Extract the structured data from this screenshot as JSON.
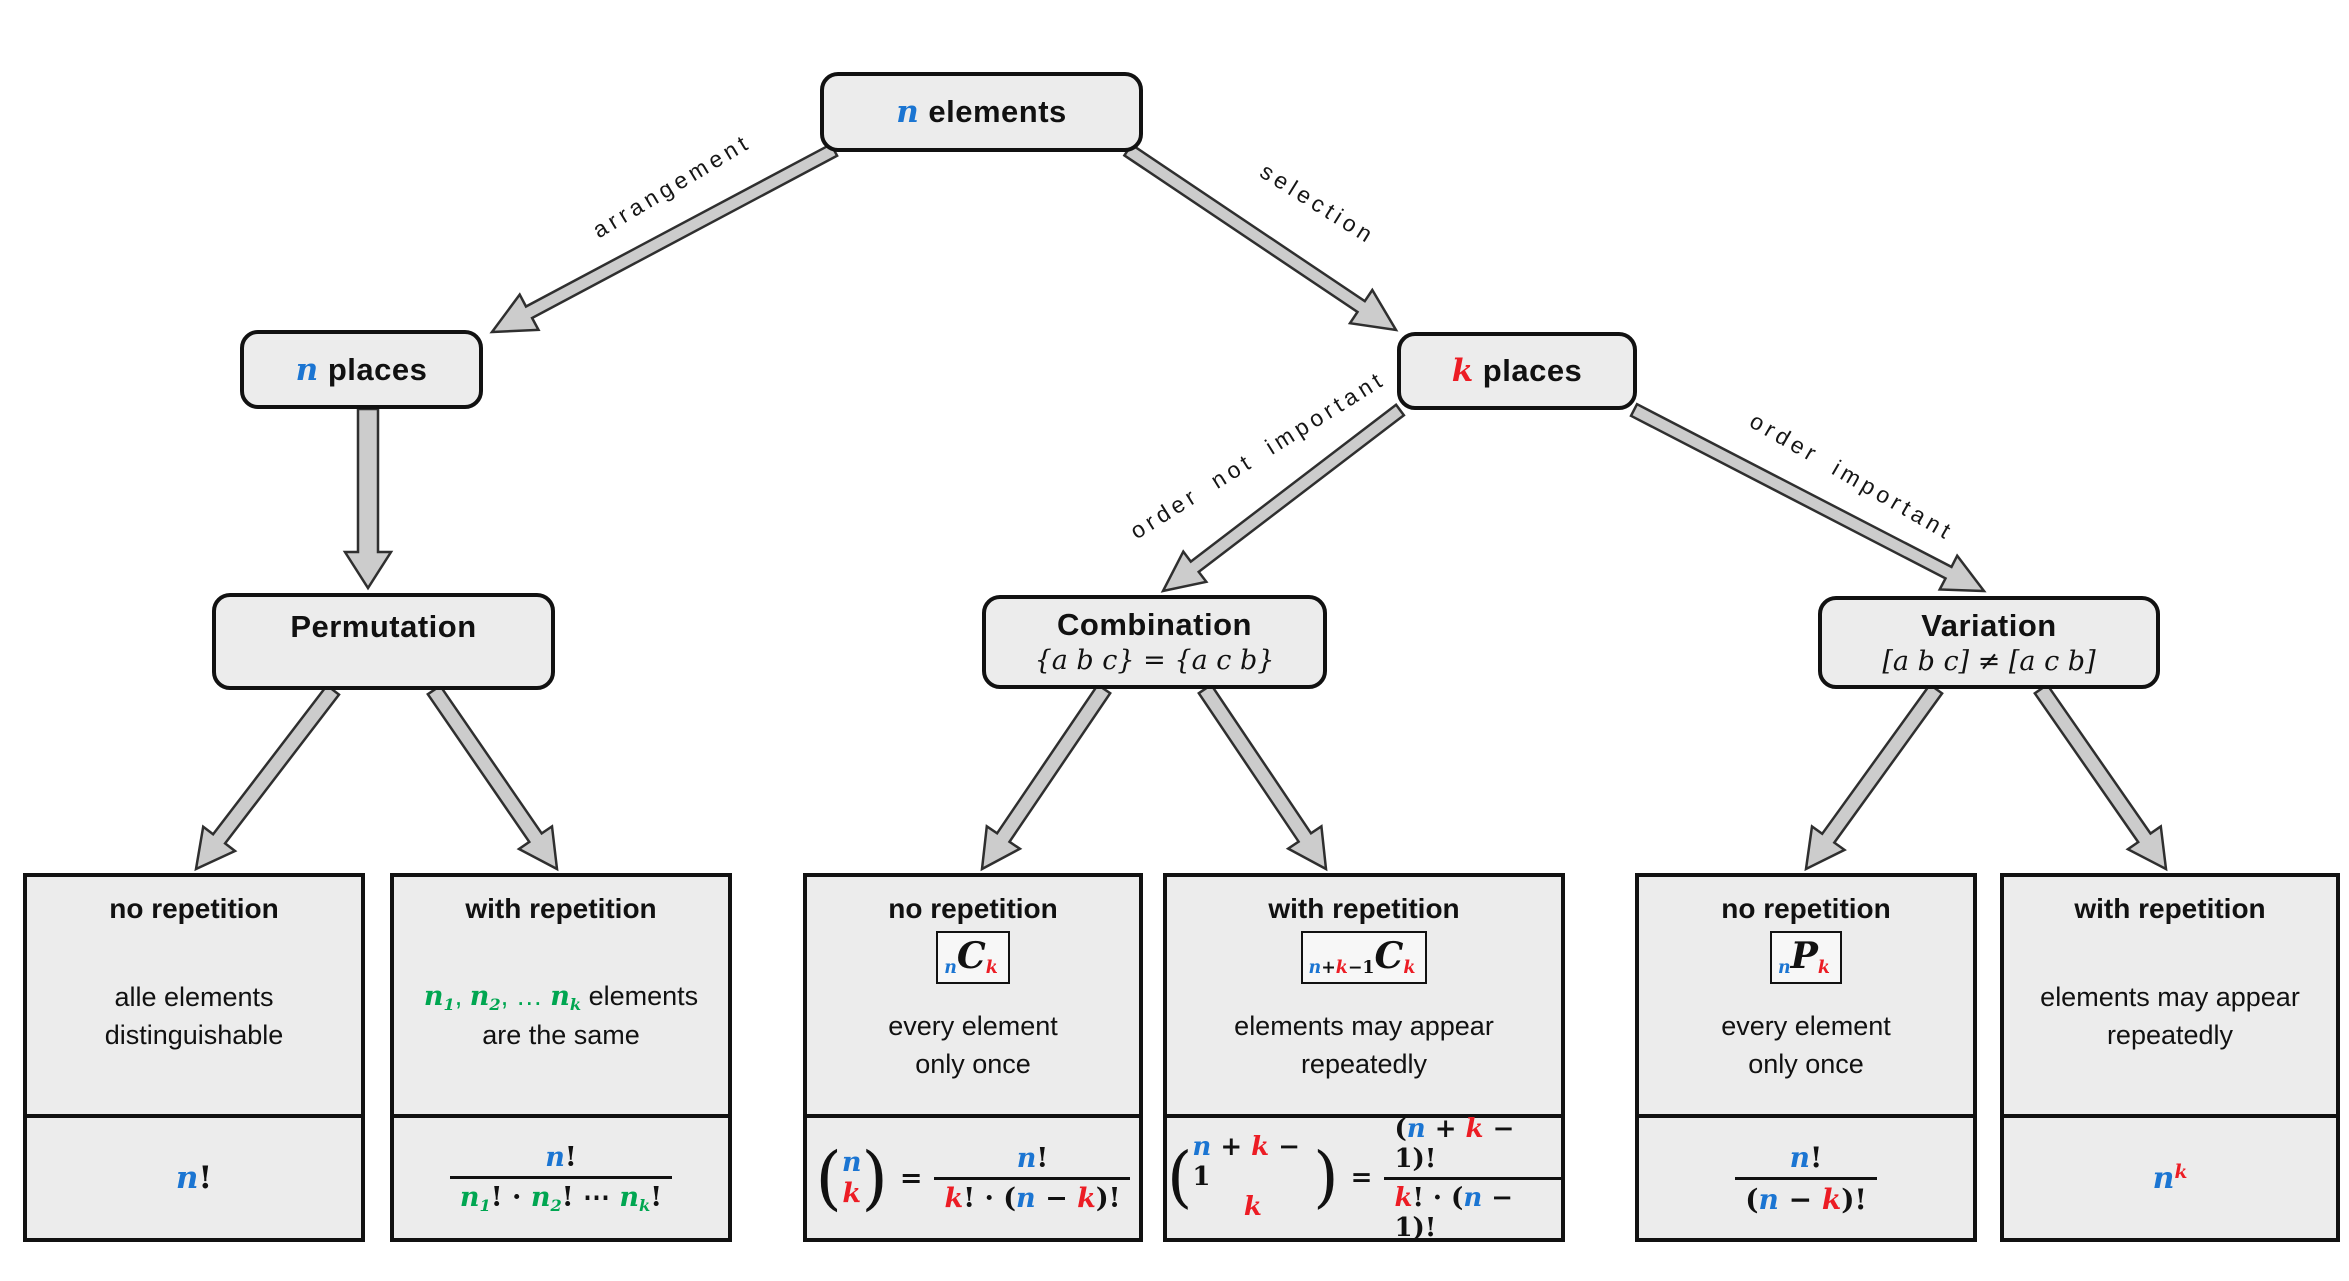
{
  "colors": {
    "blue": "#1b75d2",
    "red": "#ec1c24",
    "green": "#00a651",
    "box_fill": "#ececec",
    "arrow_fill": "#cccccc",
    "arrow_stroke": "#2f2f2f"
  },
  "nodes": {
    "root": {
      "title": [
        {
          "t": "n",
          "v": 1,
          "c": "blue"
        },
        {
          "t": " elements"
        }
      ]
    },
    "n_places": {
      "title": [
        {
          "t": "n",
          "v": 1,
          "c": "blue"
        },
        {
          "t": " places"
        }
      ]
    },
    "k_places": {
      "title": [
        {
          "t": "k",
          "v": 1,
          "c": "red"
        },
        {
          "t": " places"
        }
      ]
    },
    "permutation": {
      "title": [
        {
          "t": "Permutation"
        }
      ]
    },
    "combination": {
      "title": [
        {
          "t": "Combination"
        }
      ],
      "subtitle": [
        {
          "t": "{a b c} = {a c b}",
          "i": 1
        }
      ]
    },
    "variation": {
      "title": [
        {
          "t": "Variation"
        }
      ],
      "subtitle": [
        {
          "t": "[a b c] ≠ [a c b]",
          "i": 1
        }
      ]
    }
  },
  "edges": {
    "arrangement": "arrangement",
    "selection": "selection",
    "not_important": "order not important",
    "important": "order important"
  },
  "leaves": [
    {
      "title": "no repetition",
      "desc1": [
        {
          "t": "alle elements"
        }
      ],
      "desc2": [
        {
          "t": "distinguishable"
        }
      ],
      "formula": [
        {
          "t": "n",
          "v": 1,
          "c": "blue"
        },
        {
          "t": "!"
        }
      ]
    },
    {
      "title": "with repetition",
      "desc1": [
        {
          "t": "n",
          "v": 1,
          "c": "green"
        },
        {
          "t": "1",
          "v": 1,
          "c": "green",
          "sub": 1
        },
        {
          "t": ", ",
          "c": "green"
        },
        {
          "t": "n",
          "v": 1,
          "c": "green"
        },
        {
          "t": "2",
          "v": 1,
          "c": "green",
          "sub": 1
        },
        {
          "t": ", … ",
          "c": "green"
        },
        {
          "t": "n",
          "v": 1,
          "c": "green"
        },
        {
          "t": "k",
          "v": 1,
          "c": "green",
          "sub": 1
        },
        {
          "t": " elements"
        }
      ],
      "desc2": [
        {
          "t": "are the same"
        }
      ],
      "frac_top": [
        {
          "t": "n",
          "v": 1,
          "c": "blue"
        },
        {
          "t": "!"
        }
      ],
      "frac_bottom": [
        {
          "t": "n",
          "v": 1,
          "c": "green"
        },
        {
          "t": "1",
          "v": 1,
          "c": "green",
          "sub": 1
        },
        {
          "t": "! · "
        },
        {
          "t": "n",
          "v": 1,
          "c": "green"
        },
        {
          "t": "2",
          "v": 1,
          "c": "green",
          "sub": 1
        },
        {
          "t": "! ⋯ "
        },
        {
          "t": "n",
          "v": 1,
          "c": "green"
        },
        {
          "t": "k",
          "v": 1,
          "c": "green",
          "sub": 1
        },
        {
          "t": "!"
        }
      ]
    },
    {
      "title": "no repetition",
      "notation": [
        {
          "t": "n",
          "v": 1,
          "c": "blue",
          "sub": 1
        },
        {
          "t": "C",
          "v": 1,
          "big": 1
        },
        {
          "t": "k",
          "v": 1,
          "c": "red",
          "sub": 1
        }
      ],
      "desc1": [
        {
          "t": "every element"
        }
      ],
      "desc2": [
        {
          "t": "only once"
        }
      ],
      "binom_top": [
        {
          "t": "n",
          "v": 1,
          "c": "blue"
        }
      ],
      "binom_bottom": [
        {
          "t": "k",
          "v": 1,
          "c": "red"
        }
      ],
      "eq": "=",
      "frac_top": [
        {
          "t": "n",
          "v": 1,
          "c": "blue"
        },
        {
          "t": "!"
        }
      ],
      "frac_bottom": [
        {
          "t": "k",
          "v": 1,
          "c": "red"
        },
        {
          "t": "! · ("
        },
        {
          "t": "n",
          "v": 1,
          "c": "blue"
        },
        {
          "t": " − "
        },
        {
          "t": "k",
          "v": 1,
          "c": "red"
        },
        {
          "t": ")!"
        }
      ]
    },
    {
      "title": "with repetition",
      "notation": [
        {
          "t": "n",
          "v": 1,
          "c": "blue",
          "sub": 1
        },
        {
          "t": "+",
          "sub": 1
        },
        {
          "t": "k",
          "v": 1,
          "c": "red",
          "sub": 1
        },
        {
          "t": "−1",
          "sub": 1
        },
        {
          "t": "C",
          "v": 1,
          "big": 1
        },
        {
          "t": "k",
          "v": 1,
          "c": "red",
          "sub": 1
        }
      ],
      "desc1": [
        {
          "t": "elements may appear"
        }
      ],
      "desc2": [
        {
          "t": "repeatedly"
        }
      ],
      "binom_top": [
        {
          "t": "n",
          "v": 1,
          "c": "blue"
        },
        {
          "t": " + "
        },
        {
          "t": "k",
          "v": 1,
          "c": "red"
        },
        {
          "t": " − 1"
        }
      ],
      "binom_bottom": [
        {
          "t": "k",
          "v": 1,
          "c": "red"
        }
      ],
      "eq": "=",
      "frac_top": [
        {
          "t": "("
        },
        {
          "t": "n",
          "v": 1,
          "c": "blue"
        },
        {
          "t": " + "
        },
        {
          "t": "k",
          "v": 1,
          "c": "red"
        },
        {
          "t": " − 1)!"
        }
      ],
      "frac_bottom": [
        {
          "t": "k",
          "v": 1,
          "c": "red"
        },
        {
          "t": "! · ("
        },
        {
          "t": "n",
          "v": 1,
          "c": "blue"
        },
        {
          "t": " − 1)!"
        }
      ]
    },
    {
      "title": "no repetition",
      "notation": [
        {
          "t": "n",
          "v": 1,
          "c": "blue",
          "sub": 1
        },
        {
          "t": "P",
          "v": 1,
          "big": 1
        },
        {
          "t": "k",
          "v": 1,
          "c": "red",
          "sub": 1
        }
      ],
      "desc1": [
        {
          "t": "every element"
        }
      ],
      "desc2": [
        {
          "t": "only once"
        }
      ],
      "frac_top": [
        {
          "t": "n",
          "v": 1,
          "c": "blue"
        },
        {
          "t": "!"
        }
      ],
      "frac_bottom": [
        {
          "t": "("
        },
        {
          "t": "n",
          "v": 1,
          "c": "blue"
        },
        {
          "t": " − "
        },
        {
          "t": "k",
          "v": 1,
          "c": "red"
        },
        {
          "t": ")!"
        }
      ]
    },
    {
      "title": "with repetition",
      "desc1": [
        {
          "t": "elements may appear"
        }
      ],
      "desc2": [
        {
          "t": "repeatedly"
        }
      ],
      "formula": [
        {
          "t": "n",
          "v": 1,
          "c": "blue"
        },
        {
          "t": "k",
          "v": 1,
          "c": "red",
          "sup": 1
        }
      ]
    }
  ]
}
